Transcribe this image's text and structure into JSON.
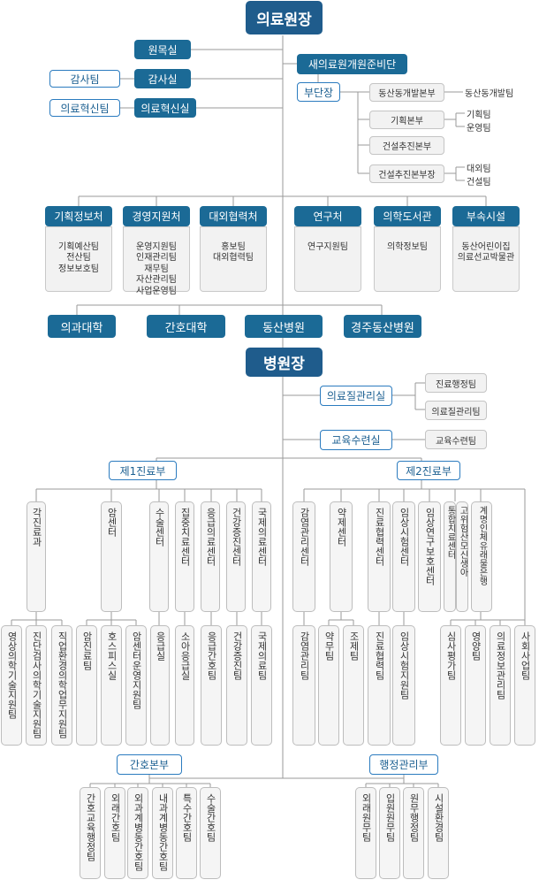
{
  "chart_data": {
    "type": "org-chart",
    "top": "의료원장",
    "left_units": [
      "원목실",
      "감사실",
      "의료혁신실"
    ],
    "left_sub": [
      "감사팀",
      "의료혁신팀"
    ],
    "prep": {
      "name": "새의료원개원준비단",
      "deputy": "부단장",
      "branches": [
        {
          "name": "동산동개발본부",
          "teams": [
            "동산동개발팀"
          ]
        },
        {
          "name": "기획본부",
          "teams": [
            "기획팀",
            "운영팀"
          ]
        },
        {
          "name": "건설추진본부",
          "teams": []
        },
        {
          "name": "건설추진본부장",
          "teams": [
            "대외팀",
            "건설팀"
          ]
        }
      ]
    },
    "divisions": [
      {
        "name": "기획정보처",
        "teams": [
          "기획예산팀",
          "전산팀",
          "정보보호팀"
        ]
      },
      {
        "name": "경영지원처",
        "teams": [
          "운영지원팀",
          "인재관리팀",
          "재무팀",
          "자산관리팀",
          "사업운영팀"
        ]
      },
      {
        "name": "대외협력처",
        "teams": [
          "홍보팀",
          "대외협력팀"
        ]
      },
      {
        "name": "연구처",
        "teams": [
          "연구지원팀"
        ]
      },
      {
        "name": "의학도서관",
        "teams": [
          "의학정보팀"
        ]
      },
      {
        "name": "부속시설",
        "teams": [
          "동산어린이집",
          "의료선교박물관"
        ]
      }
    ],
    "institutions": [
      "의과대학",
      "간호대학",
      "동산병원",
      "경주동산병원"
    ],
    "hospital": {
      "head": "병원장",
      "offices": [
        {
          "name": "의료질관리실",
          "teams": [
            "진료행정팀",
            "의료질관리팀"
          ]
        },
        {
          "name": "교육수련실",
          "teams": [
            "교육수련팀"
          ]
        }
      ],
      "clinical1": {
        "name": "제1진료부",
        "centers": [
          "각진료과",
          "암센터",
          "수술센터",
          "집중치료센터",
          "응급의료센터",
          "건강증진센터",
          "국제의료센터"
        ],
        "teams": [
          "영상의학기술지원팀",
          "진단검사의학기술지원팀",
          "직업환경의학업무지원팀",
          "암진료팀",
          "호스피스실",
          "암센터운영지원팀",
          "응급실",
          "소아응급실",
          "응급간호팀",
          "건강증진팀",
          "국제의료팀"
        ]
      },
      "clinical2": {
        "name": "제2진료부",
        "centers": [
          "감염관리센터",
          "약제센터",
          "진료협력센터",
          "임상시험센터",
          "임상연구보호센터",
          "통합치료센터",
          "고위험산모신생아",
          "계명인체유래물은행"
        ],
        "teams": [
          "감염관리팀",
          "약무팀",
          "조제팀",
          "진료협력팀",
          "임상시험지원팀",
          "심사평가팀",
          "영양팀",
          "의료정보관리팀",
          "사회사업팀"
        ]
      },
      "nursing": {
        "name": "간호본부",
        "teams": [
          "간호교육행정팀",
          "외래간호팀",
          "외과계병동간호팀",
          "내과계병동간호팀",
          "특수간호팀",
          "수술간호팀"
        ]
      },
      "admin": {
        "name": "행정관리부",
        "teams": [
          "외래원무팀",
          "입원원무팀",
          "원무행정팀",
          "시설환경팀"
        ]
      }
    }
  }
}
